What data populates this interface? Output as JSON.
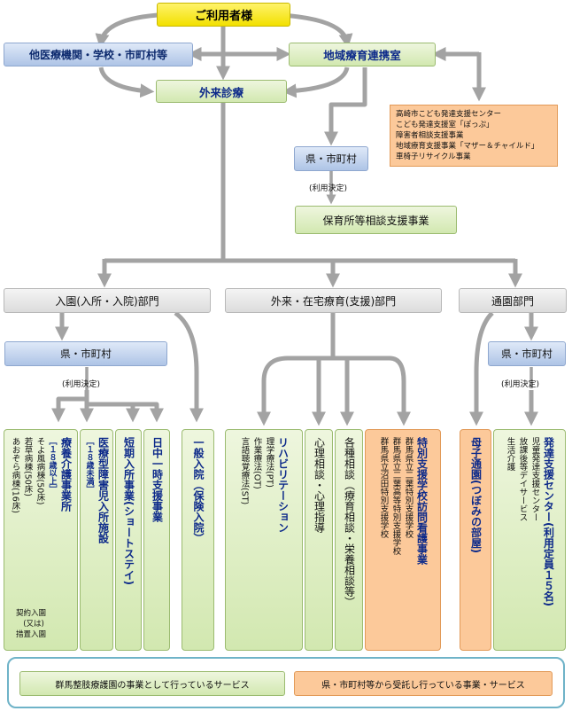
{
  "top": {
    "users": "ご利用者様",
    "other_institutions": "他医療機関・学校・市町村等",
    "regional_office": "地域療育連携室",
    "outpatient": "外来診療"
  },
  "regional_services": [
    "高崎市こども発達支援センター",
    "こども発達支援室「ぽっぷ」",
    "障害者相談支援事業",
    "地域療育支援事業「マザー＆チャイルド」",
    "車椅子リサイクル事業"
  ],
  "mid": {
    "prefecture_city": "県・市町村",
    "usage_decision": "(利用決定)",
    "nursery_consult": "保育所等相談支援事業"
  },
  "sections": {
    "inpatient": "入園(入所・入院)部門",
    "outpatient_home": "外来・在宅療育(支援)部門",
    "day": "通園部門"
  },
  "sub": {
    "pref_left": "県・市町村",
    "decision_left": "(利用決定)",
    "pref_right": "県・市町村",
    "decision_right": "(利用決定)"
  },
  "columns": {
    "ryoyo": {
      "title": "療養介護事業所",
      "tag": "［１８歳以上］",
      "lines": [
        "そよ風病棟(50床)",
        "若草病棟(50床)",
        "あおぞら病棟(16床)"
      ],
      "note1": "契約入園",
      "note2": "(又は)",
      "note3": "措置入園"
    },
    "iryo": {
      "title": "医療型障害児入所施設",
      "tag": "［１８歳未満］"
    },
    "tanki": {
      "title": "短期入所事業(ショートステイ)"
    },
    "nichu": {
      "title": "日中一時支援事業"
    },
    "ippan": {
      "title": "一般入院（保険入院）"
    },
    "rehab": {
      "title": "リハビリテーション",
      "lines": [
        "理学療法(PT)",
        "作業療法(OT)",
        "言語聴覚療法(ST)"
      ]
    },
    "shinri": {
      "title": "心理相談・心理指導"
    },
    "kakushu": {
      "title": "各種相談（療育相談・栄養相談等）"
    },
    "tokubetsu": {
      "title": "特別支援学校訪問看護事業",
      "lines": [
        "群馬県立二葉特別支援学校",
        "群馬県立二葉高等特別支援学校",
        "群馬県立沼田特別支援学校"
      ]
    },
    "boshi": {
      "title": "母子通園(つぼみの部屋)"
    },
    "hattatsu": {
      "title": "発達支援センター(利用定員１５名)",
      "lines": [
        "児童発達支援センター",
        "放課後等デイサービス",
        "生活介護"
      ]
    }
  },
  "legend": {
    "green": "群馬整肢療護園の事業として行っているサービス",
    "orange": "県・市町村等から受託し行っている事業・サービス"
  },
  "colors": {
    "arrow": "#a3a3a3",
    "green": "#d2e8b0",
    "orange": "#fcc99a",
    "blue": "#aec4e6",
    "yellow": "#f2e000"
  }
}
